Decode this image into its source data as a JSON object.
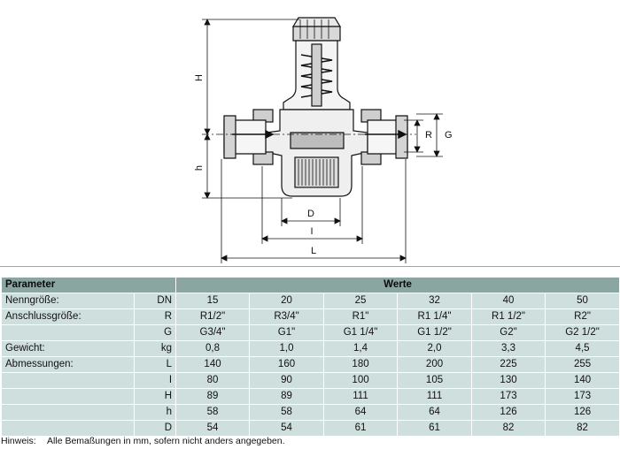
{
  "drawing": {
    "labels": {
      "H": "H",
      "h": "h",
      "R": "R",
      "G": "G",
      "D": "D",
      "I": "I",
      "L": "L"
    }
  },
  "table": {
    "header": {
      "parameter": "Parameter",
      "values": "Werte"
    },
    "rows": [
      {
        "label": "Nenngröße:",
        "code": "DN",
        "values": [
          "15",
          "20",
          "25",
          "32",
          "40",
          "50"
        ]
      },
      {
        "label": "Anschlussgröße:",
        "code": "R",
        "values": [
          "R1/2\"",
          "R3/4\"",
          "R1\"",
          "R1 1/4\"",
          "R1 1/2\"",
          "R2\""
        ]
      },
      {
        "label": "",
        "code": "G",
        "values": [
          "G3/4\"",
          "G1\"",
          "G1 1/4\"",
          "G1 1/2\"",
          "G2\"",
          "G2 1/2\""
        ]
      },
      {
        "label": "Gewicht:",
        "code": "kg",
        "values": [
          "0,8",
          "1,0",
          "1,4",
          "2,0",
          "3,3",
          "4,5"
        ]
      },
      {
        "label": "Abmessungen:",
        "code": "L",
        "values": [
          "140",
          "160",
          "180",
          "200",
          "225",
          "255"
        ]
      },
      {
        "label": "",
        "code": "I",
        "values": [
          "80",
          "90",
          "100",
          "105",
          "130",
          "140"
        ]
      },
      {
        "label": "",
        "code": "H",
        "values": [
          "89",
          "89",
          "111",
          "111",
          "173",
          "173"
        ]
      },
      {
        "label": "",
        "code": "h",
        "values": [
          "58",
          "58",
          "64",
          "64",
          "126",
          "126"
        ]
      },
      {
        "label": "",
        "code": "D",
        "values": [
          "54",
          "54",
          "61",
          "61",
          "82",
          "82"
        ]
      }
    ]
  },
  "footnote": {
    "label": "Hinweis:",
    "text": "Alle Bemaßungen in mm, sofern nicht anders angegeben."
  }
}
